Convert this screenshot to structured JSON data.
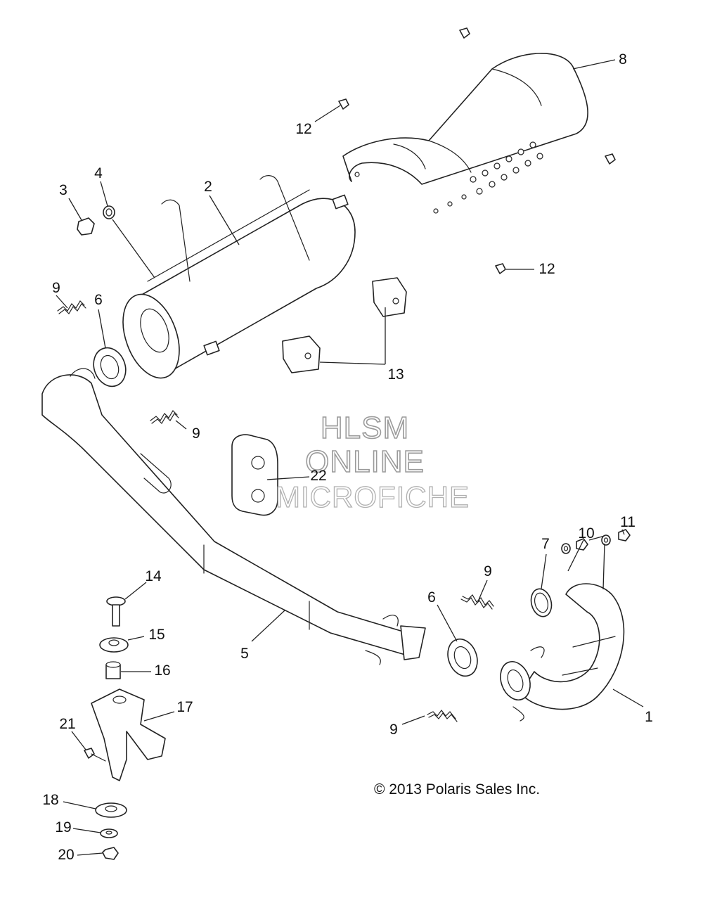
{
  "watermark": {
    "line1": "HLSM",
    "line2": "ONLINE",
    "line3": "MICROFICHE"
  },
  "copyright": "© 2013 Polaris Sales Inc.",
  "callouts": [
    {
      "id": "1",
      "text": "1"
    },
    {
      "id": "2",
      "text": "2"
    },
    {
      "id": "3",
      "text": "3"
    },
    {
      "id": "4",
      "text": "4"
    },
    {
      "id": "5",
      "text": "5"
    },
    {
      "id": "6a",
      "text": "6"
    },
    {
      "id": "6b",
      "text": "6"
    },
    {
      "id": "7",
      "text": "7"
    },
    {
      "id": "8",
      "text": "8"
    },
    {
      "id": "9a",
      "text": "9"
    },
    {
      "id": "9b",
      "text": "9"
    },
    {
      "id": "9c",
      "text": "9"
    },
    {
      "id": "9d",
      "text": "9"
    },
    {
      "id": "10",
      "text": "10"
    },
    {
      "id": "11",
      "text": "11"
    },
    {
      "id": "12a",
      "text": "12"
    },
    {
      "id": "12b",
      "text": "12"
    },
    {
      "id": "13",
      "text": "13"
    },
    {
      "id": "14",
      "text": "14"
    },
    {
      "id": "15",
      "text": "15"
    },
    {
      "id": "16",
      "text": "16"
    },
    {
      "id": "17",
      "text": "17"
    },
    {
      "id": "18",
      "text": "18"
    },
    {
      "id": "19",
      "text": "19"
    },
    {
      "id": "20",
      "text": "20"
    },
    {
      "id": "21",
      "text": "21"
    },
    {
      "id": "22",
      "text": "22"
    }
  ]
}
